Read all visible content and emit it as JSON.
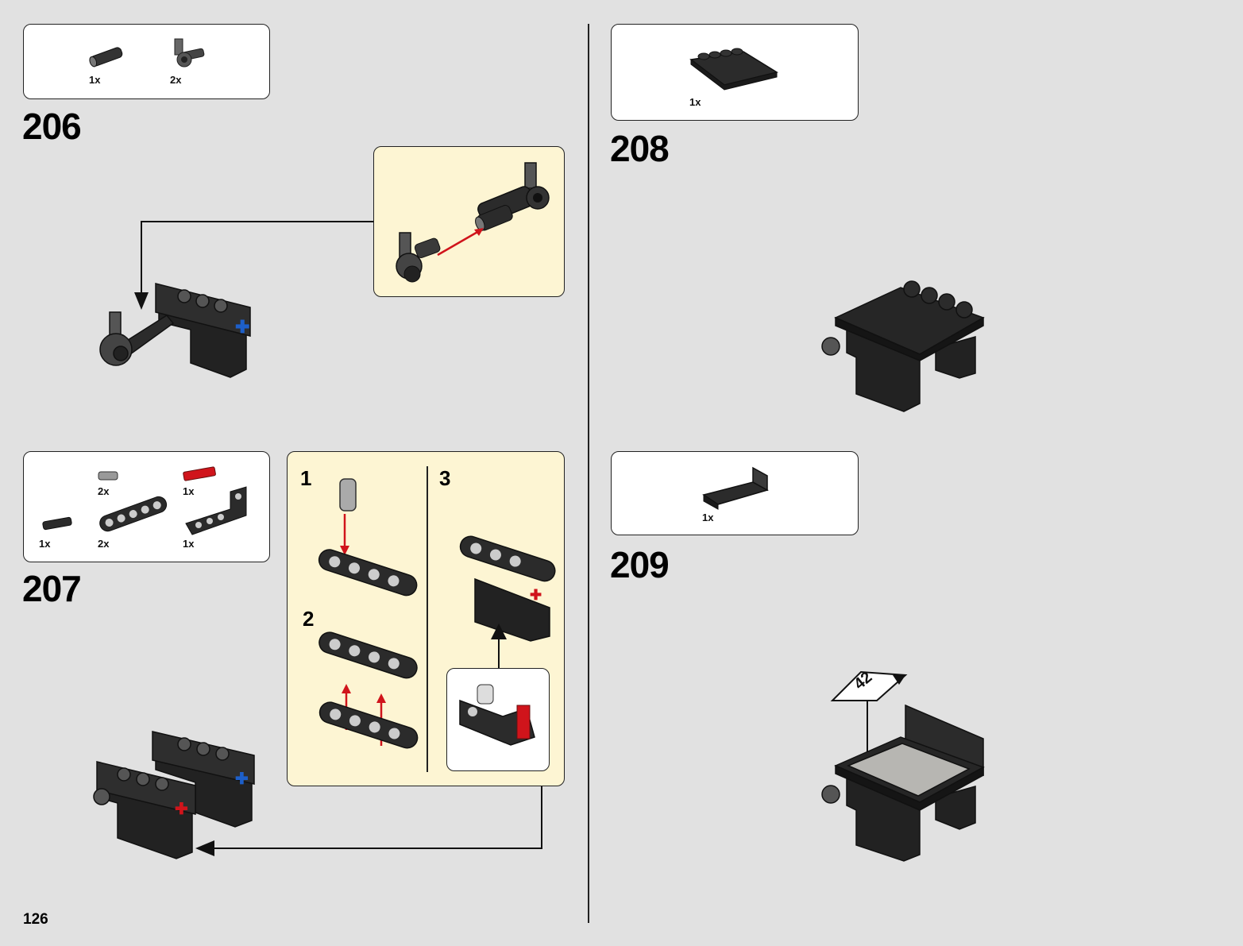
{
  "page_number": "126",
  "steps": [
    {
      "number": "206",
      "parts": [
        {
          "qty": "1x"
        },
        {
          "qty": "2x"
        }
      ]
    },
    {
      "number": "207",
      "parts": [
        {
          "qty": "2x"
        },
        {
          "qty": "1x"
        },
        {
          "qty": "1x"
        },
        {
          "qty": "2x"
        },
        {
          "qty": "1x"
        }
      ],
      "substeps": [
        "1",
        "2",
        "3"
      ]
    },
    {
      "number": "208",
      "parts": [
        {
          "qty": "1x"
        }
      ]
    },
    {
      "number": "209",
      "parts": [
        {
          "qty": "1x"
        }
      ],
      "tag_label": "42"
    }
  ],
  "colors": {
    "background": "#e1e1e1",
    "callout": "#fdf5d3",
    "part_black": "#2b2b2b",
    "highlight_red": "#d0141b",
    "highlight_blue": "#1d5fc9"
  }
}
